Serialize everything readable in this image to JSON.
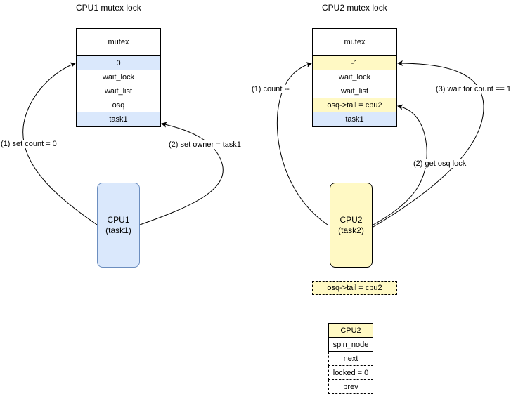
{
  "cpu1_diagram": {
    "title": "CPU1 mutex lock",
    "fields": [
      "mutex",
      "0",
      "wait_lock",
      "wait_list",
      "osq",
      "task1"
    ],
    "cpu_name": "CPU1",
    "cpu_task": "(task1)",
    "edge_set_count": "(1) set count = 0",
    "edge_set_owner": "(2) set owner = task1"
  },
  "cpu2_diagram": {
    "title": "CPU2 mutex lock",
    "fields": [
      "mutex",
      "-1",
      "wait_lock",
      "wait_list",
      "osq->tail = cpu2",
      "task1"
    ],
    "cpu_name": "CPU2",
    "cpu_task": "(task2)",
    "edge_count_dec": "(1) count --",
    "edge_get_osq": "(2) get osq lock",
    "edge_wait": "(3) wait for count == 1",
    "osq_tail_box": "osq->tail = cpu2",
    "spin_node": {
      "header": "CPU2",
      "fields": [
        "spin_node",
        "next",
        "locked = 0",
        "prev"
      ]
    }
  },
  "colors": {
    "blue_fill": "#dae8fc",
    "blue_stroke": "#6c8ebf",
    "yellow_fill": "#fff9c4",
    "line": "#000000"
  }
}
